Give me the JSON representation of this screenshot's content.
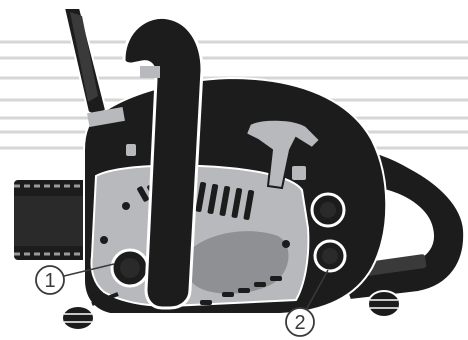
{
  "diagram": {
    "callouts": [
      {
        "label": "1",
        "target": "front-tank-cap"
      },
      {
        "label": "2",
        "target": "rear-tank-cap"
      }
    ],
    "colors": {
      "body": "#1c1c1c",
      "cover": "#b7b9bc",
      "cover_dark": "#8e9093",
      "stripe": "#d6d6d6",
      "outline": "#ffffff",
      "callout_fill": "#ffffff",
      "callout_stroke": "#3a3a3a"
    }
  }
}
